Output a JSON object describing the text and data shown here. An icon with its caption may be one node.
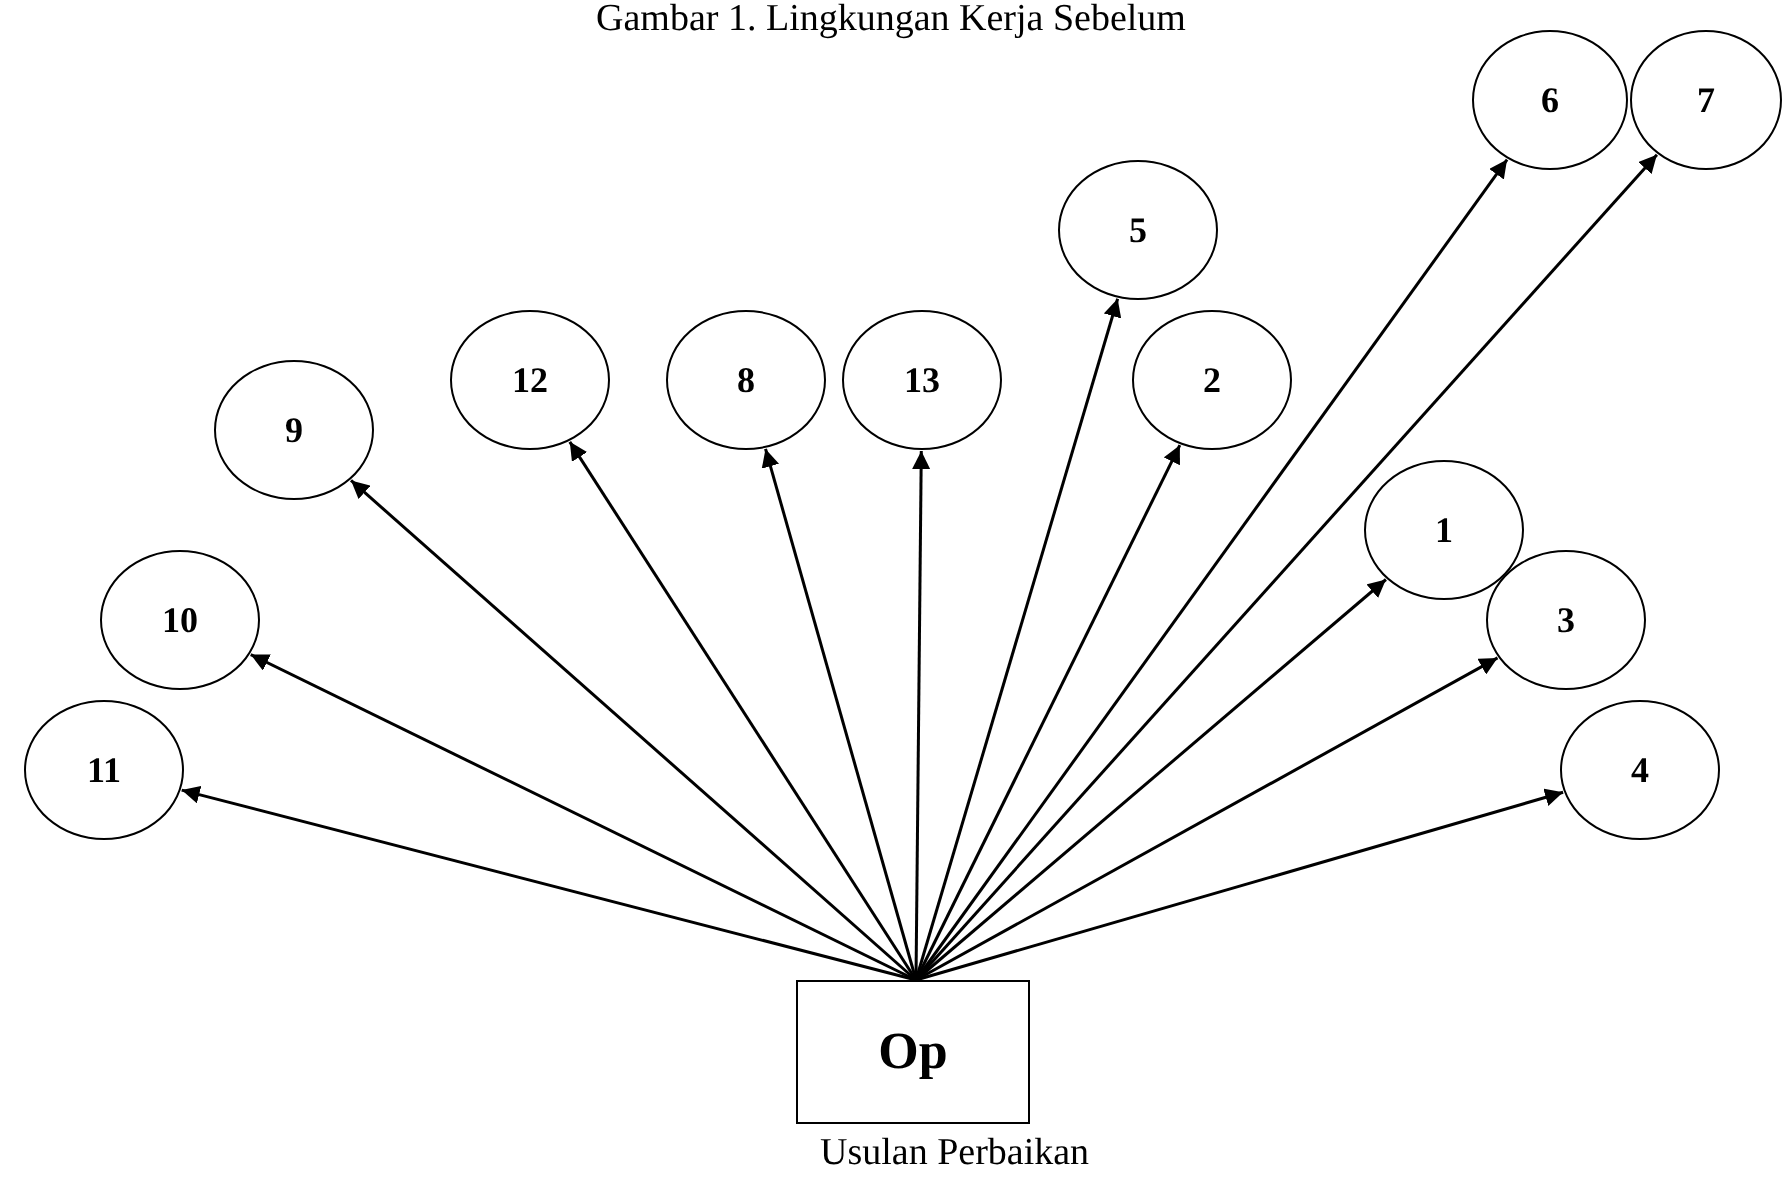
{
  "diagram": {
    "title": "Gambar 1. Lingkungan Kerja Sebelum",
    "nodes": [
      {
        "text": [
          "Op"
        ],
        "beside": [
          "Usulan Perbaikan"
        ]
      },
      {
        "text": [
          "6"
        ]
      },
      {
        "text": [
          "7"
        ]
      },
      {
        "text": [
          "5"
        ]
      },
      {
        "text": [
          "12"
        ]
      },
      {
        "text": [
          "8"
        ]
      },
      {
        "text": [
          "13"
        ]
      },
      {
        "text": [
          "2"
        ]
      },
      {
        "text": [
          "9"
        ]
      },
      {
        "text": [
          "1"
        ]
      },
      {
        "text": [
          "10"
        ]
      },
      {
        "text": [
          "3"
        ]
      },
      {
        "text": [
          "11"
        ]
      },
      {
        "text": [
          "4"
        ]
      }
    ],
    "edges": [
      {
        "from": 0,
        "to": 1,
        "arrow": "to"
      },
      {
        "from": 0,
        "to": 2,
        "arrow": "to"
      },
      {
        "from": 0,
        "to": 3,
        "arrow": "to"
      },
      {
        "from": 0,
        "to": 4,
        "arrow": "to"
      },
      {
        "from": 0,
        "to": 5,
        "arrow": "to"
      },
      {
        "from": 0,
        "to": 6,
        "arrow": "to"
      },
      {
        "from": 0,
        "to": 7,
        "arrow": "to"
      },
      {
        "from": 0,
        "to": 8,
        "arrow": "to"
      },
      {
        "from": 0,
        "to": 9,
        "arrow": "to"
      },
      {
        "from": 0,
        "to": 10,
        "arrow": "to"
      },
      {
        "from": 0,
        "to": 11,
        "arrow": "to"
      },
      {
        "from": 0,
        "to": 12,
        "arrow": "to"
      },
      {
        "from": 0,
        "to": 13,
        "arrow": "to"
      }
    ]
  }
}
